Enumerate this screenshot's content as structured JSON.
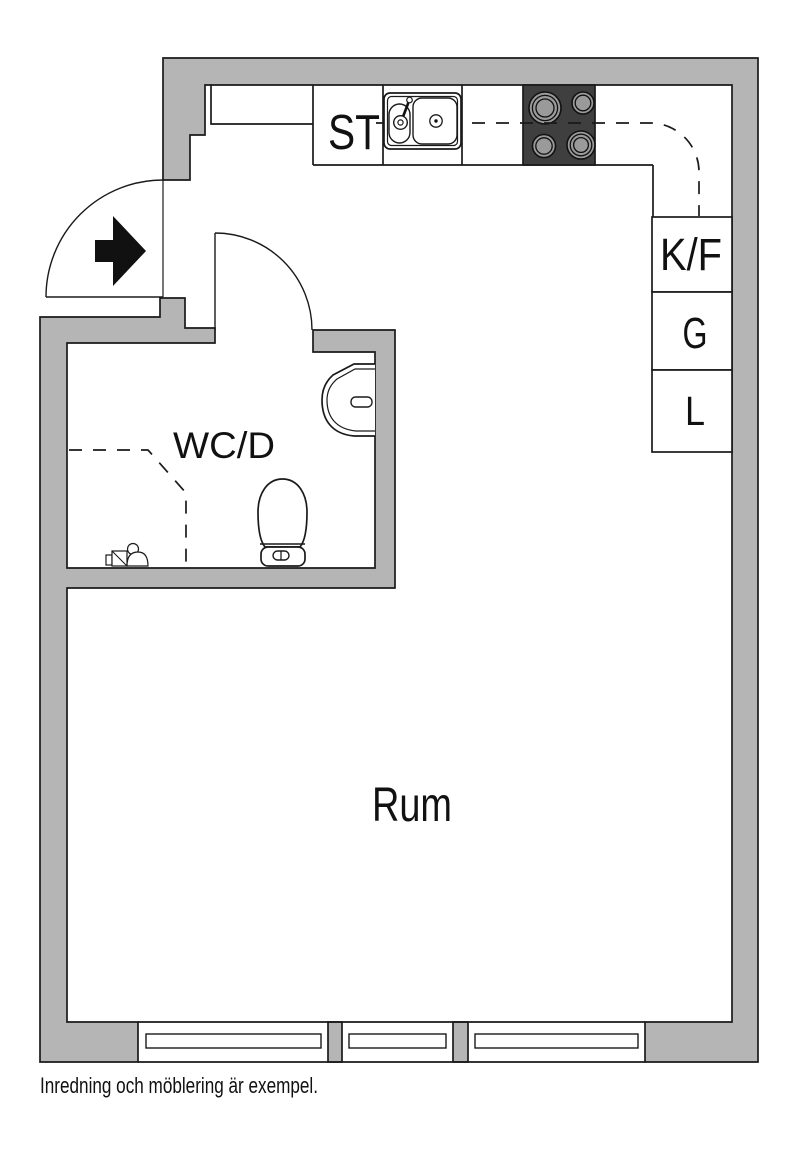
{
  "caption": "Inredning och möblering är exempel.",
  "colors": {
    "wall_fill": "#b5b5b5",
    "line": "#1a1a1a",
    "stove_fill": "#3f3f3f",
    "burner_fill": "#9a9a9a",
    "background": "#ffffff"
  },
  "rooms": {
    "main_room": {
      "label": "Rum"
    },
    "bathroom": {
      "label": "WC/D"
    },
    "kitchen": {
      "counter_label": "ST",
      "cabinets": [
        {
          "label": "K/F"
        },
        {
          "label": "G"
        },
        {
          "label": "L"
        }
      ]
    }
  }
}
